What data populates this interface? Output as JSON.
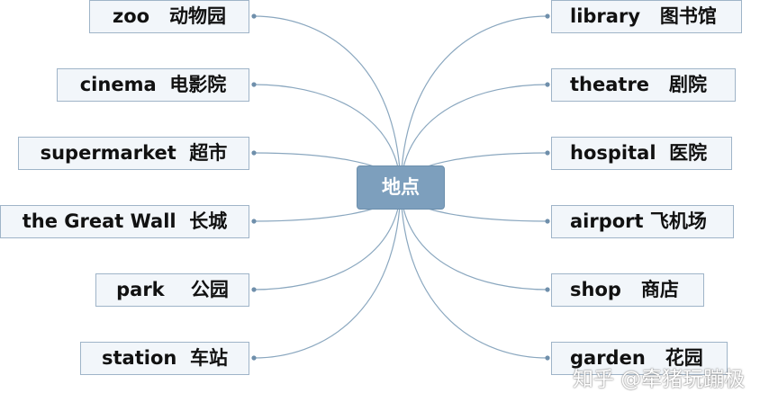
{
  "center": {
    "label": "地点"
  },
  "left_nodes": [
    {
      "label": "zoo   动物园"
    },
    {
      "label": "cinema  电影院"
    },
    {
      "label": "supermarket  超市"
    },
    {
      "label": "the Great Wall  长城"
    },
    {
      "label": "park    公园"
    },
    {
      "label": "station  车站"
    }
  ],
  "right_nodes": [
    {
      "label": "library   图书馆"
    },
    {
      "label": "theatre   剧院"
    },
    {
      "label": "hospital  医院"
    },
    {
      "label": "airport 飞机场"
    },
    {
      "label": "shop   商店"
    },
    {
      "label": "garden   花园"
    }
  ],
  "watermark": "知乎 @牵猪玩蹦极",
  "colors": {
    "line": "#8aa7bf",
    "node_border": "#9fb4c8",
    "node_fill": "#f2f6fa",
    "center_fill": "#7d9fbd"
  }
}
